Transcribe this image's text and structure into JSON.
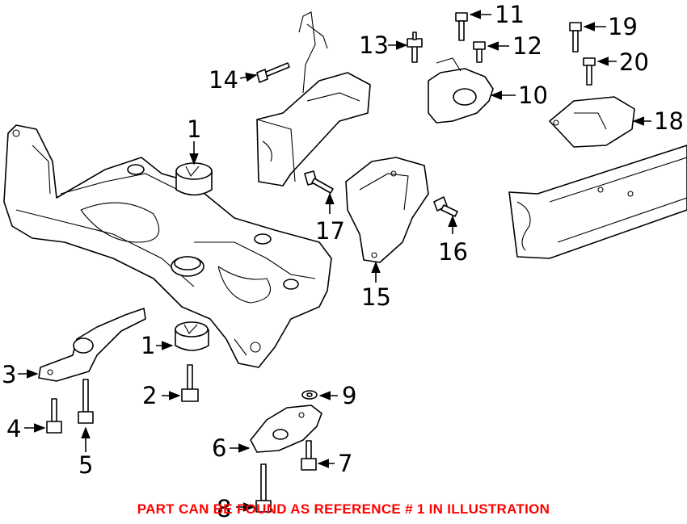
{
  "callouts": {
    "c1a": "1",
    "c1b": "1",
    "c2": "2",
    "c3": "3",
    "c4": "4",
    "c5": "5",
    "c6": "6",
    "c7": "7",
    "c8": "8",
    "c9": "9",
    "c10": "10",
    "c11": "11",
    "c12": "12",
    "c13": "13",
    "c14": "14",
    "c15": "15",
    "c16": "16",
    "c17": "17",
    "c18": "18",
    "c19": "19",
    "c20": "20"
  },
  "footer_note": "PART CAN BE FOUND AS REFERENCE # 1 IN ILLUSTRATION",
  "colors": {
    "note": "#ff0000",
    "ink": "#000000",
    "paper": "#ffffff"
  }
}
